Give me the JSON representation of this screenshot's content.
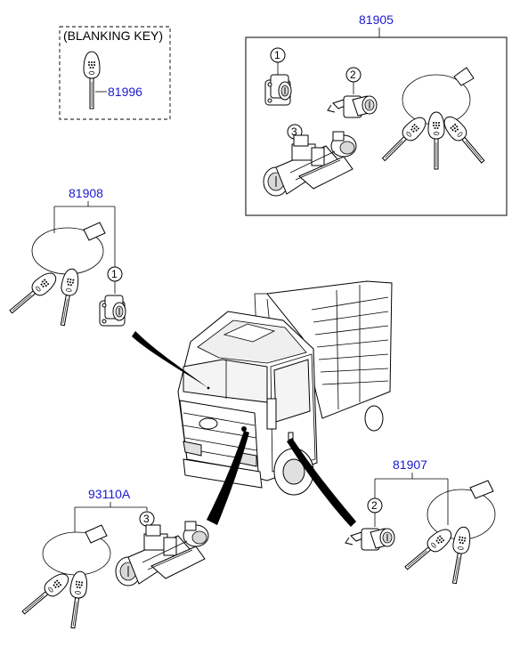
{
  "blanking_box": {
    "caption": "(BLANKING KEY)",
    "part_number": "81996"
  },
  "kit_81905": {
    "part_number": "81905",
    "callouts": [
      "1",
      "2",
      "3"
    ]
  },
  "kit_81908": {
    "part_number": "81908",
    "callouts": [
      "1"
    ]
  },
  "kit_81907": {
    "part_number": "81907",
    "callouts": [
      "2"
    ]
  },
  "kit_93110A": {
    "part_number": "93110A",
    "callouts": [
      "3"
    ]
  },
  "colors": {
    "part_number_text": "#1a1acc",
    "line": "#000000",
    "background": "#ffffff"
  },
  "icons": [
    "key-icon",
    "key-tag-icon",
    "door-lock-cylinder-icon",
    "ignition-switch-icon",
    "truck-illustration"
  ]
}
